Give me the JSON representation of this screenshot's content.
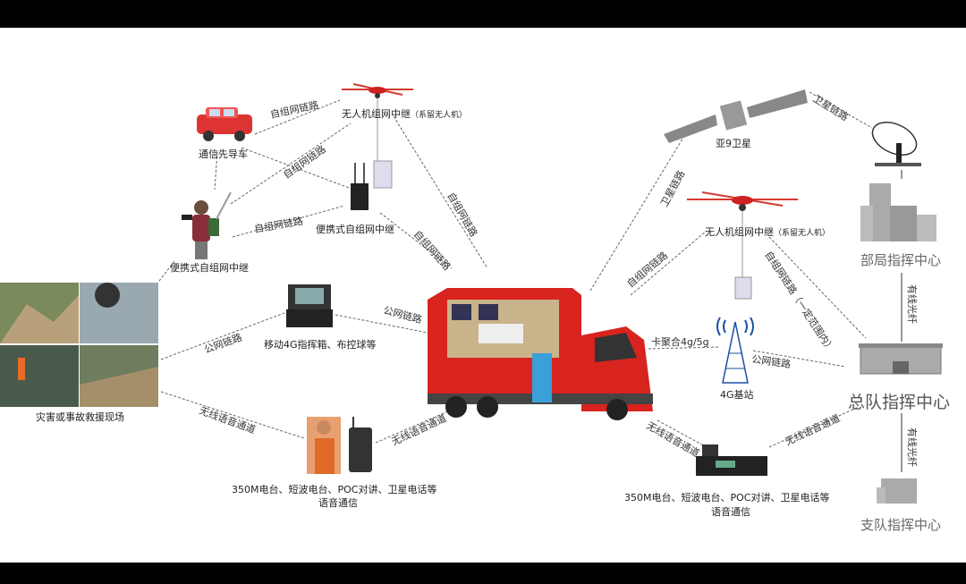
{
  "nodes": {
    "leader_car": "通信先导车",
    "drone_top": "无人机组网中继",
    "drone_top_note": "（系留无人机）",
    "portable_relay_center": "便携式自组网中继",
    "portable_relay_person": "便携式自组网中继",
    "scene": "灾害或事故救援现场",
    "mobile_box": "移动4G指挥箱、布控球等",
    "radios_left_line1": "350M电台、短波电台、POC对讲、卫星电话等",
    "radios_left_line2": "语音通信",
    "satellite": "亚9卫星",
    "drone_right": "无人机组网中继",
    "drone_right_note": "（系留无人机）",
    "tower": "4G基站",
    "ministry_center": "部局指挥中心",
    "corps_center": "总队指挥中心",
    "detachment_center": "支队指挥中心",
    "radios_right_line1": "350M电台、短波电台、POC对讲、卫星电话等",
    "radios_right_line2": "语音通信"
  },
  "links": {
    "car_drone": "自组网链路",
    "person_drone": "自组网链路",
    "person_portable": "自组网链路",
    "portable_truck": "自组网链路",
    "drone_truck": "自组网链路",
    "scene_box": "公网链路",
    "box_truck": "公网链路",
    "scene_radio": "无线语音通道",
    "radio_truck": "无线语音通道",
    "truck_sat": "卫星链路",
    "sat_dish": "卫星链路",
    "truck_drone_right": "自组网链路",
    "drone_right_hq": "自组网链路（一定范围内）",
    "truck_tower": "卡聚合4g/5g",
    "tower_hq": "公网链路",
    "ministry_hq": "有线光纤",
    "hq_detachment": "有线光纤",
    "truck_radio_right": "无线语音通道",
    "radio_right_hq": "无线语音通道"
  },
  "colors": {
    "truck": "#d8231f",
    "drone": "#d43a2f",
    "line": "#666666"
  }
}
